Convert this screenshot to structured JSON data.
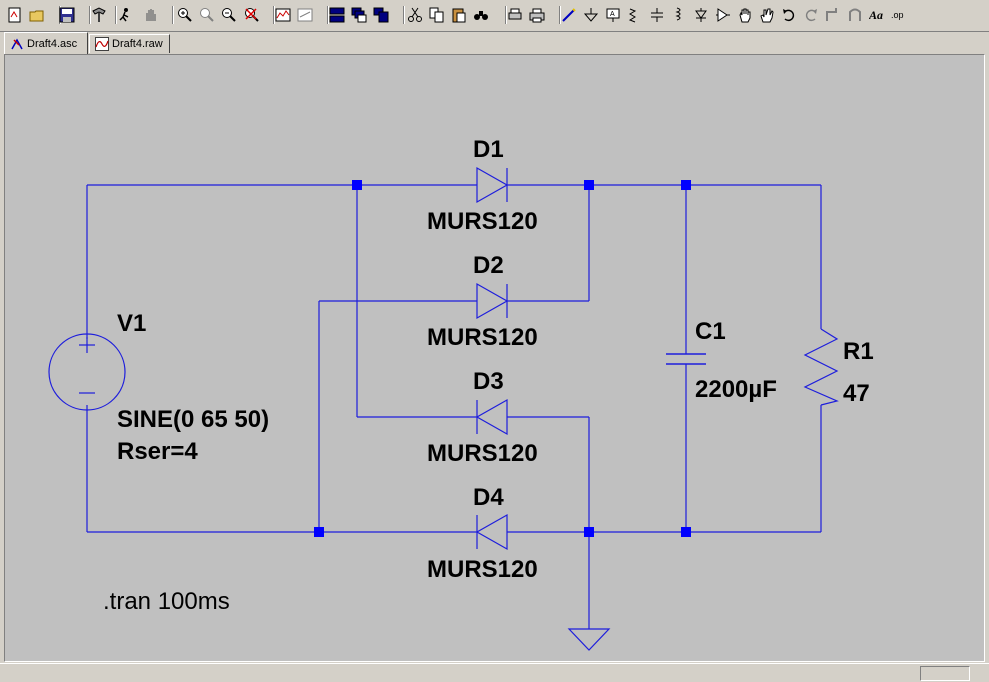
{
  "toolbar": {
    "icons": [
      "new-schematic-icon",
      "open-icon",
      "save-icon",
      "control-panel-icon",
      "run-icon",
      "halt-icon",
      "zoom-in-icon",
      "zoom-full-icon",
      "zoom-out-icon",
      "zoom-cancel-icon",
      "plot-settings-icon",
      "autorange-icon",
      "tile-horizontal-icon",
      "cascade-icon",
      "tile-vertical-icon",
      "cut-icon",
      "copy-icon",
      "paste-icon",
      "find-icon",
      "print-setup-icon",
      "print-icon",
      "wire-icon",
      "ground-icon",
      "label-net-icon",
      "resistor-icon",
      "capacitor-icon",
      "inductor-icon",
      "diode-icon",
      "component-icon",
      "move-icon",
      "drag-icon",
      "undo-icon",
      "redo-icon",
      "rotate-icon",
      "mirror-icon",
      "text-icon",
      "spice-directive-icon"
    ]
  },
  "tabs": [
    {
      "label": "Draft4.asc",
      "icon": "schematic-icon",
      "active": true
    },
    {
      "label": "Draft4.raw",
      "icon": "waveform-icon",
      "active": false
    }
  ],
  "schematic": {
    "wire_color": "#1e1edc",
    "node_color": "#0000ff",
    "components": {
      "D1": {
        "name": "D1",
        "value": "MURS120"
      },
      "D2": {
        "name": "D2",
        "value": "MURS120"
      },
      "D3": {
        "name": "D3",
        "value": "MURS120"
      },
      "D4": {
        "name": "D4",
        "value": "MURS120"
      },
      "C1": {
        "name": "C1",
        "value": "2200µF"
      },
      "R1": {
        "name": "R1",
        "value": "47"
      },
      "V1": {
        "name": "V1",
        "value": "SINE(0 65 50)",
        "param": "Rser=4"
      }
    },
    "directive": ".tran 100ms"
  }
}
